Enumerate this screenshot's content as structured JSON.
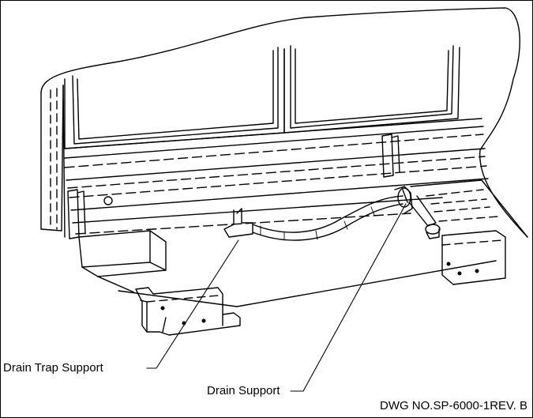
{
  "callouts": {
    "drain_trap_support": "Drain Trap Support",
    "drain_support": "Drain Support"
  },
  "title_block": {
    "drawing_number": "DWG NO.SP-6000-1REV. B"
  },
  "colors": {
    "line": "#000000",
    "background": "#ffffff"
  }
}
